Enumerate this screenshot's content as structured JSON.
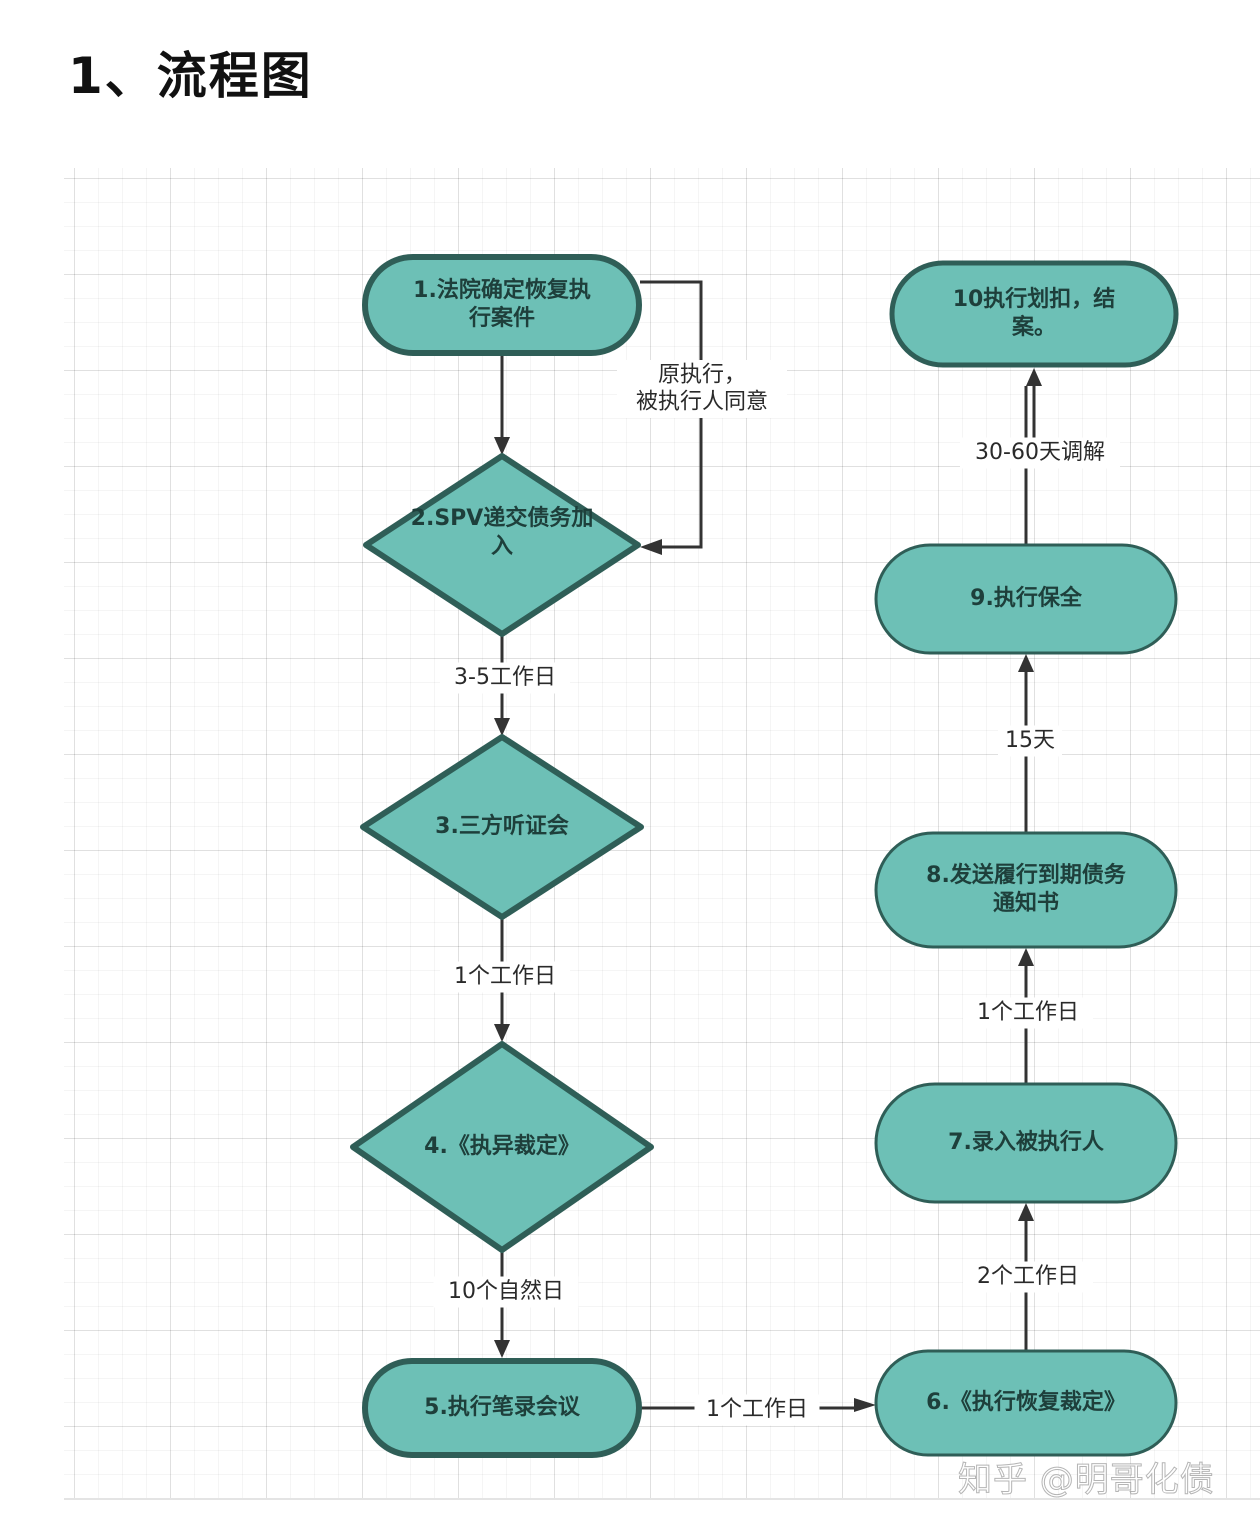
{
  "page": {
    "title": "1、流程图"
  },
  "colors": {
    "node_fill": "#6dc0b6",
    "node_stroke": "#2f5e57",
    "node_text": "#1e3f3b",
    "edge": "#333333"
  },
  "nodes": [
    {
      "id": "n1",
      "shape": "terminator",
      "lines": [
        "1.法院确定恢复执",
        "行案件"
      ]
    },
    {
      "id": "n2",
      "shape": "decision",
      "lines": [
        "2.SPV递交债务加",
        "入"
      ]
    },
    {
      "id": "n3",
      "shape": "decision",
      "lines": [
        "3.三方听证会"
      ]
    },
    {
      "id": "n4",
      "shape": "decision",
      "lines": [
        "4.《执异裁定》"
      ]
    },
    {
      "id": "n5",
      "shape": "terminator",
      "lines": [
        "5.执行笔录会议"
      ]
    },
    {
      "id": "n6",
      "shape": "terminator",
      "lines": [
        "6.《执行恢复裁定》"
      ]
    },
    {
      "id": "n7",
      "shape": "terminator",
      "lines": [
        "7.录入被执行人"
      ]
    },
    {
      "id": "n8",
      "shape": "terminator",
      "lines": [
        "8.发送履行到期债务",
        "通知书"
      ]
    },
    {
      "id": "n9",
      "shape": "terminator",
      "lines": [
        "9.执行保全"
      ]
    },
    {
      "id": "n10",
      "shape": "terminator",
      "lines": [
        "10执行划扣，结",
        "案。"
      ]
    }
  ],
  "edges": [
    {
      "from": "n1",
      "to": "n2",
      "label": ""
    },
    {
      "from": "n1",
      "to": "n2",
      "label": [
        "原执行，",
        "被执行人同意"
      ],
      "route": "bypass-right"
    },
    {
      "from": "n2",
      "to": "n3",
      "label": "3-5工作日"
    },
    {
      "from": "n3",
      "to": "n4",
      "label": "1个工作日"
    },
    {
      "from": "n4",
      "to": "n5",
      "label": "10个自然日"
    },
    {
      "from": "n5",
      "to": "n6",
      "label": "1个工作日"
    },
    {
      "from": "n6",
      "to": "n7",
      "label": "2个工作日"
    },
    {
      "from": "n7",
      "to": "n8",
      "label": "1个工作日"
    },
    {
      "from": "n8",
      "to": "n9",
      "label": "15天"
    },
    {
      "from": "n9",
      "to": "n10",
      "label": "30-60天调解"
    }
  ],
  "watermark": "知乎 @明哥化债"
}
